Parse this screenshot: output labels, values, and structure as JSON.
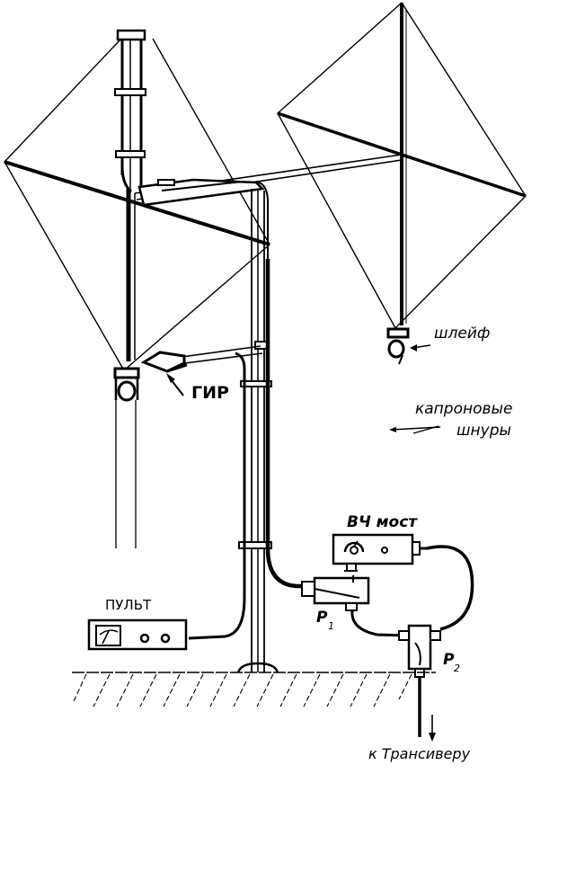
{
  "labels": {
    "loop": "шлейф",
    "nylon_cords_line1": "капроновые",
    "nylon_cords_line2": "шнуры",
    "gdo": "ГИР",
    "rf_bridge": "ВЧ мост",
    "control_panel": "ПУЛЬТ",
    "relay1_letter": "P",
    "relay1_index": "1",
    "relay2_letter": "P",
    "relay2_index": "2",
    "to_transceiver": "к Трансиверу"
  },
  "colors": {
    "ink": "#000000",
    "paper": "#ffffff"
  }
}
